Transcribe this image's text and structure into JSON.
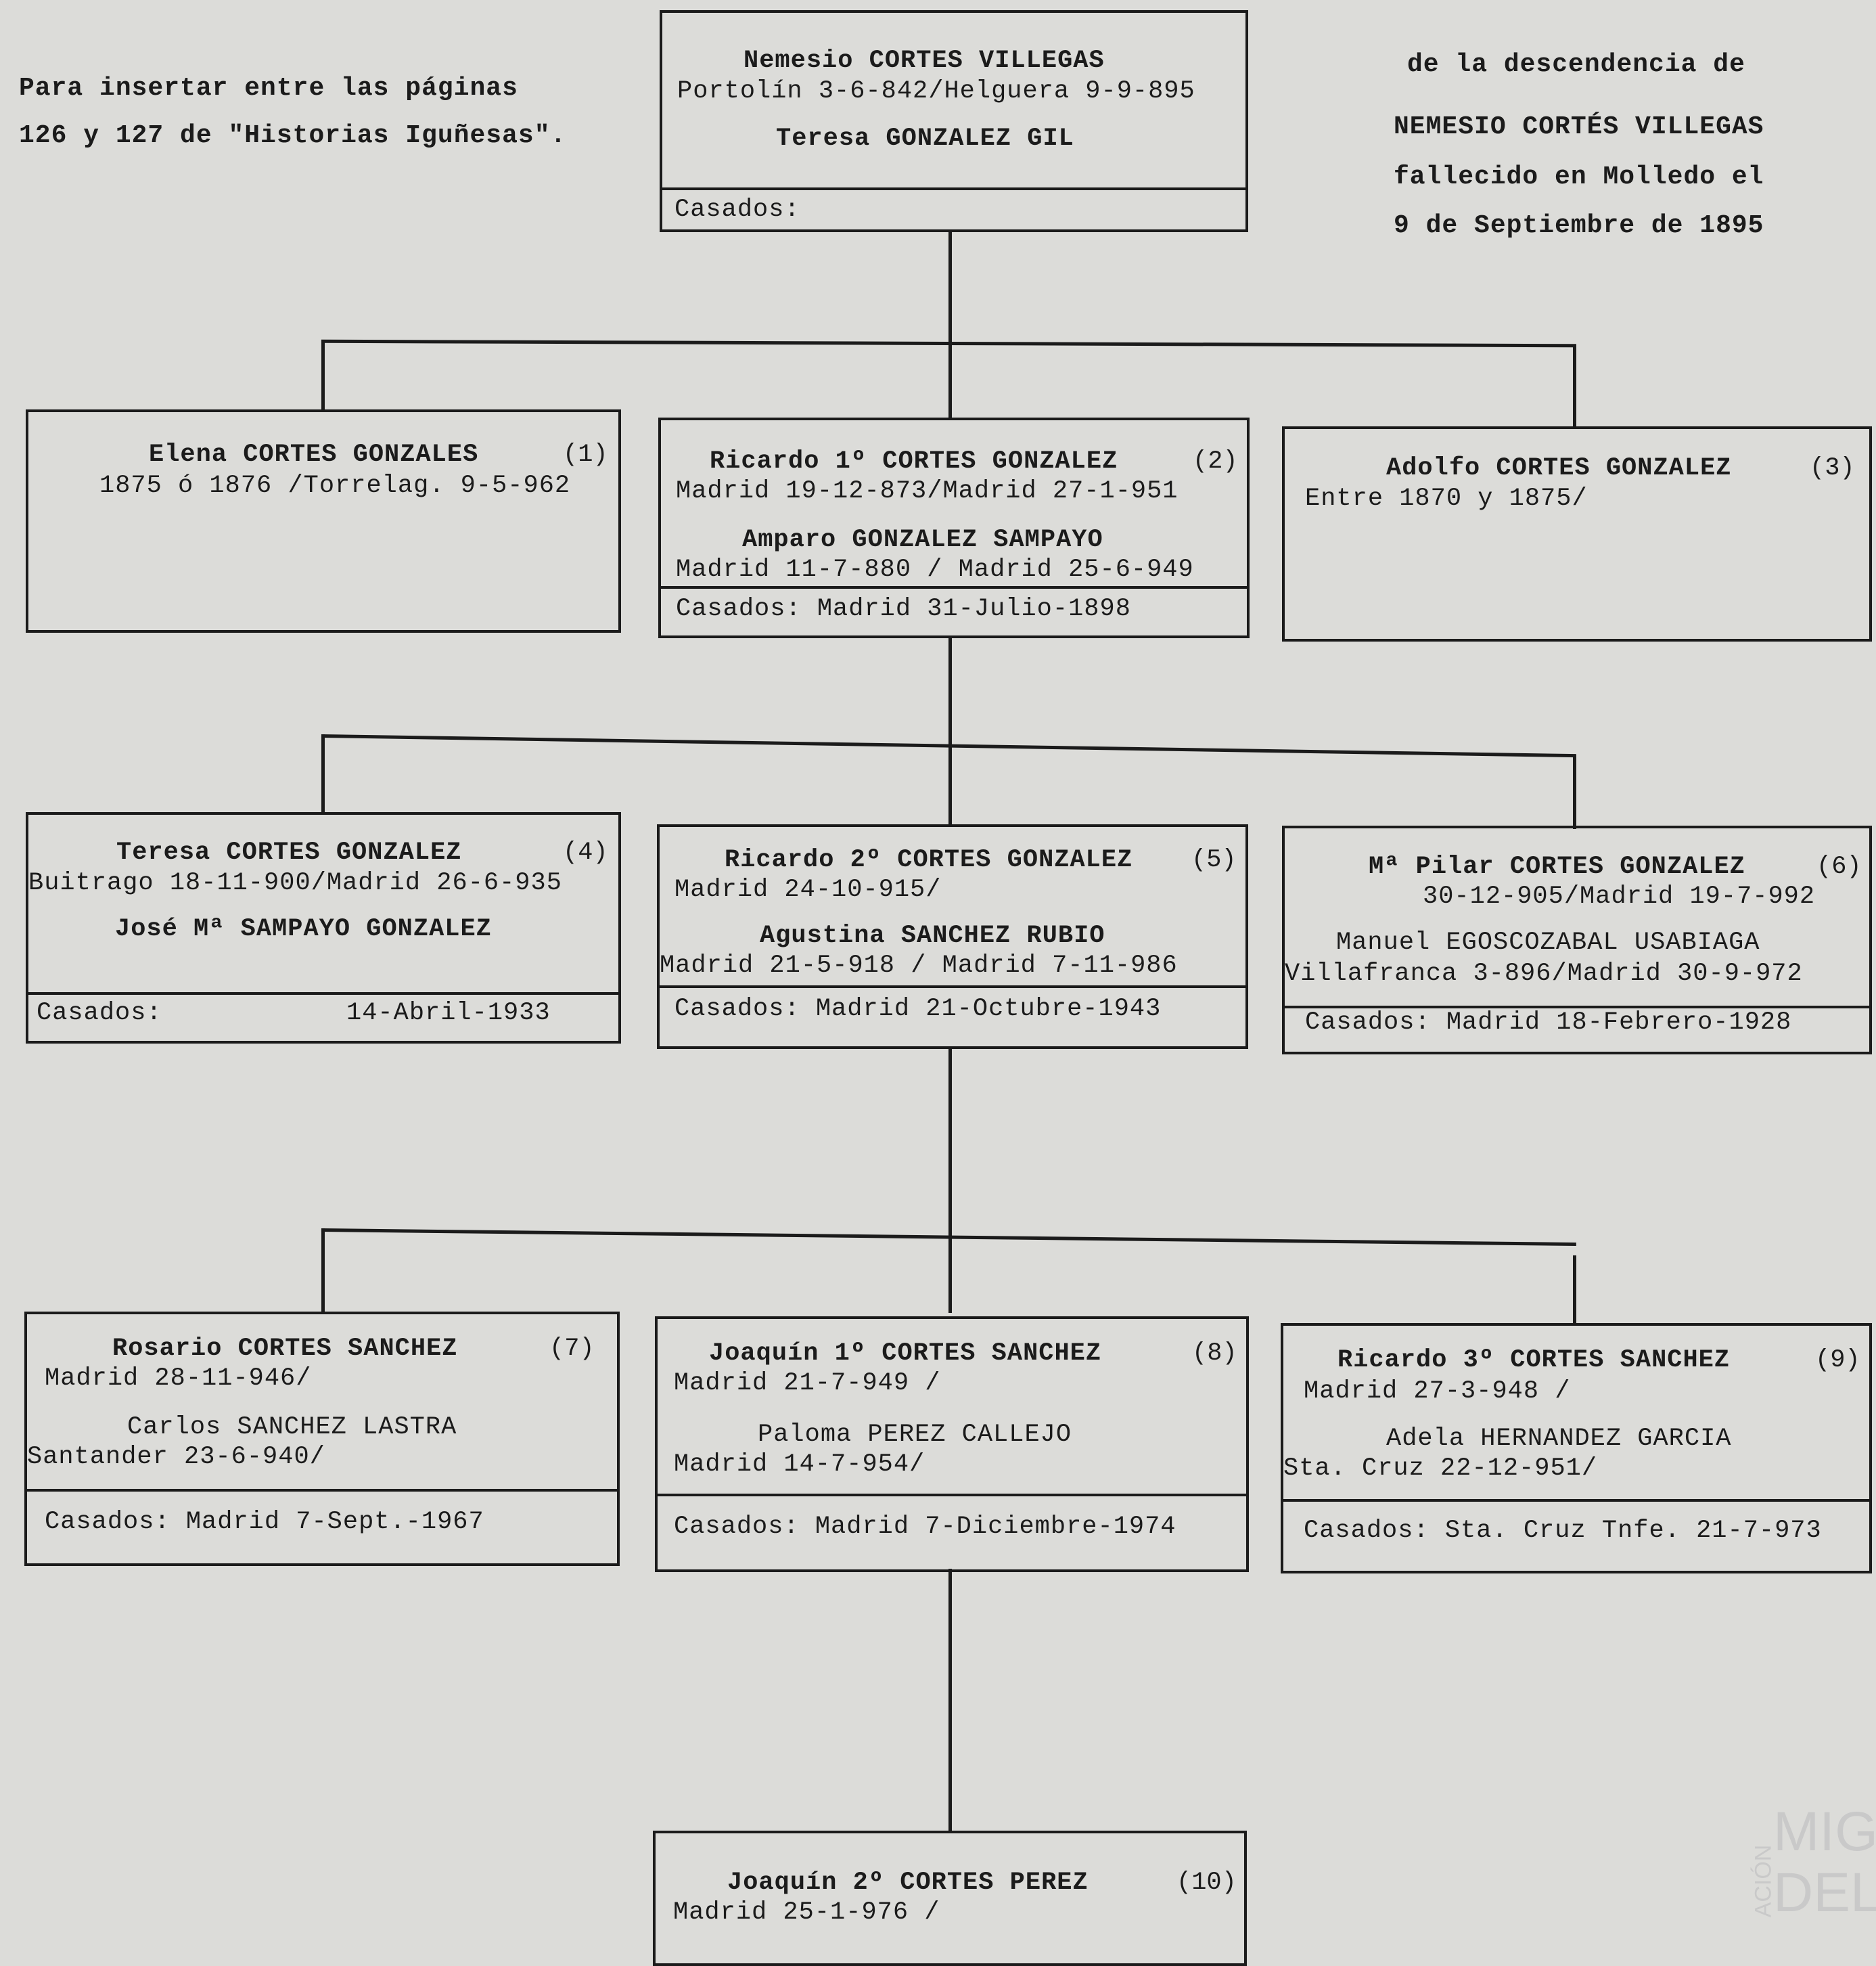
{
  "notes": {
    "insert_line1": "Para insertar entre las páginas",
    "insert_line2": "126 y 127 de \"Historias Iguñesas\".",
    "desc_line1": "de la descendencia de",
    "desc_line2": "NEMESIO CORTÉS VILLEGAS",
    "desc_line3": "fallecido en Molledo el",
    "desc_line4": "9 de Septiembre de 1895"
  },
  "root": {
    "name": "Nemesio  CORTES  VILLEGAS",
    "dates": "Portolín 3-6-842/Helguera 9-9-895",
    "spouse": "Teresa  GONZALEZ  GIL",
    "married": "Casados:"
  },
  "gen1": [
    {
      "name": "Elena  CORTES GONZALES",
      "num": "(1)",
      "dates": "1875 ó 1876  /Torrelag. 9-5-962"
    },
    {
      "name": "Ricardo 1º CORTES GONZALEZ",
      "num": "(2)",
      "dates": "Madrid 19-12-873/Madrid 27-1-951",
      "spouse": "Amparo  GONZALEZ SAMPAYO",
      "spouse_dates": "Madrid 11-7-880 / Madrid 25-6-949",
      "married": "Casados: Madrid 31-Julio-1898"
    },
    {
      "name": "Adolfo CORTES GONZALEZ",
      "num": "(3)",
      "dates": "Entre 1870 y 1875/"
    }
  ],
  "gen2": [
    {
      "name": "Teresa  CORTES  GONZALEZ",
      "num": "(4)",
      "dates": "Buitrago 18-11-900/Madrid 26-6-935",
      "spouse": "José Mª SAMPAYO GONZALEZ",
      "married": "Casados:",
      "married_date": "14-Abril-1933"
    },
    {
      "name": "Ricardo 2º CORTES GONZALEZ",
      "num": "(5)",
      "dates": "Madrid 24-10-915/",
      "spouse": "Agustina SANCHEZ RUBIO",
      "spouse_dates": "Madrid 21-5-918  / Madrid 7-11-986",
      "married": "Casados:  Madrid 21-Octubre-1943"
    },
    {
      "name": "Mª Pilar CORTES GONZALEZ",
      "num": "(6)",
      "dates": "30-12-905/Madrid 19-7-992",
      "spouse": "Manuel EGOSCOZABAL USABIAGA",
      "spouse_dates": "Villafranca 3-896/Madrid 30-9-972",
      "married": "Casados: Madrid 18-Febrero-1928"
    }
  ],
  "gen3": [
    {
      "name": "Rosario  CORTES  SANCHEZ",
      "num": "(7)",
      "dates": "Madrid 28-11-946/",
      "spouse": "Carlos  SANCHEZ LASTRA",
      "spouse_dates": "Santander 23-6-940/",
      "married": "Casados: Madrid 7-Sept.-1967"
    },
    {
      "name": "Joaquín 1º CORTES SANCHEZ",
      "num": "(8)",
      "dates": "Madrid 21-7-949 /",
      "spouse": "Paloma  PEREZ  CALLEJO",
      "spouse_dates": "Madrid 14-7-954/",
      "married": "Casados: Madrid 7-Diciembre-1974"
    },
    {
      "name": "Ricardo 3º CORTES SANCHEZ",
      "num": "(9)",
      "dates": "Madrid 27-3-948 /",
      "spouse": "Adela HERNANDEZ GARCIA",
      "spouse_dates": "Sta. Cruz 22-12-951/",
      "married": "Casados:  Sta. Cruz Tnfe. 21-7-973"
    }
  ],
  "gen4": [
    {
      "name": "Joaquín 2º CORTES  PEREZ",
      "num": "(10)",
      "dates": "Madrid 25-1-976 /"
    }
  ],
  "watermark": {
    "side": "ACIÓN",
    "line1": "MIGU",
    "line2": "DELIB"
  }
}
